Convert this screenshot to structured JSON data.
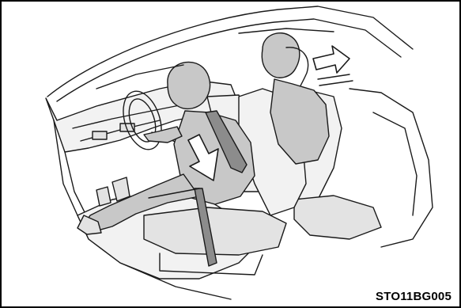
{
  "figure": {
    "code": "STO11BG005",
    "colors": {
      "line": "#1a1a1a",
      "fill_person": "#c8c8c8",
      "fill_light": "#f2f2f2",
      "fill_mid": "#e3e3e3",
      "fill_belt": "#8c8c8c",
      "background": "#ffffff"
    },
    "icons": [
      "driver-figure",
      "passenger-figure",
      "seat-belt",
      "forward-arrow",
      "rearward-arrow"
    ]
  }
}
